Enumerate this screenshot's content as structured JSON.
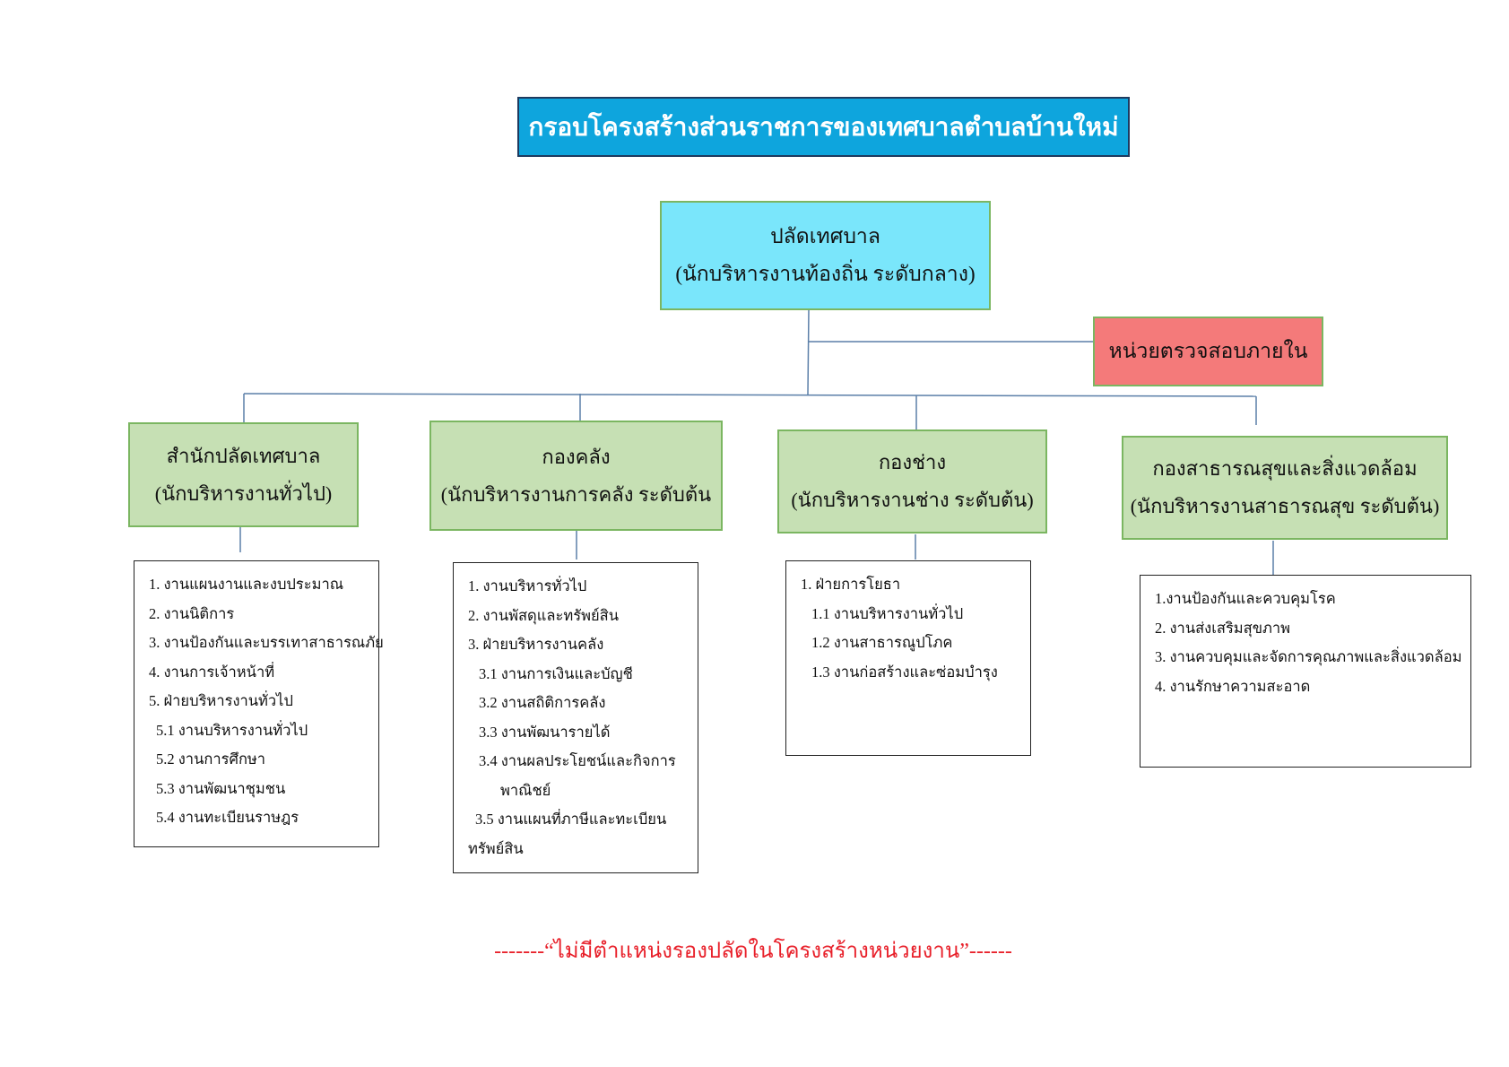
{
  "title": "กรอบโครงสร้างส่วนราชการของเทศบาลตำบลบ้านใหม่",
  "head": {
    "name": "ปลัดเทศบาล",
    "rank": "(นักบริหารงานท้องถิ่น ระดับกลาง)"
  },
  "audit": "หน่วยตรวจสอบภายใน",
  "departments": [
    {
      "name": "สำนักปลัดเทศบาล",
      "rank": "(นักบริหารงานทั่วไป)",
      "items": [
        "1. งานแผนงานและงบประมาณ",
        "2. งานนิติการ",
        "3. งานป้องกันและบรรเทาสาธารณภัย",
        "4. งานการเจ้าหน้าที่",
        "5. ฝ่ายบริหารงานทั่วไป",
        "5.1 งานบริหารงานทั่วไป",
        "5.2 งานการศึกษา",
        "5.3 งานพัฒนาชุมชน",
        "5.4 งานทะเบียนราษฎร"
      ]
    },
    {
      "name": "กองคลัง",
      "rank": "(นักบริหารงานการคลัง ระดับต้น",
      "items": [
        "1. งานบริหารทั่วไป",
        "2. งานพัสดุและทรัพย์สิน",
        "3. ฝ่ายบริหารงานคลัง",
        "3.1 งานการเงินและบัญชี",
        "3.2 งานสถิติการคลัง",
        "3.3 งานพัฒนารายได้",
        "3.4 งานผลประโยชน์และกิจการ",
        "พาณิชย์",
        "3.5 งานแผนที่ภาษีและทะเบียน",
        "ทรัพย์สิน"
      ]
    },
    {
      "name": "กองช่าง",
      "rank": "(นักบริหารงานช่าง ระดับต้น)",
      "items": [
        "1. ฝ่ายการโยธา",
        "1.1 งานบริหารงานทั่วไป",
        "1.2 งานสาธารณูปโภค",
        "1.3 งานก่อสร้างและซ่อมบำรุง"
      ]
    },
    {
      "name": "กองสาธารณสุขและสิ่งแวดล้อม",
      "rank": "(นักบริหารงานสาธารณสุข ระดับต้น)",
      "items": [
        "1.งานป้องกันและควบคุมโรค",
        "2. งานส่งเสริมสุขภาพ",
        "3. งานควบคุมและจัดการคุณภาพและสิ่งแวดล้อม",
        "4. งานรักษาความสะอาด"
      ]
    }
  ],
  "note": "-------“ไม่มีตำแหน่งรองปลัดในโครงสร้างหน่วยงาน”------"
}
